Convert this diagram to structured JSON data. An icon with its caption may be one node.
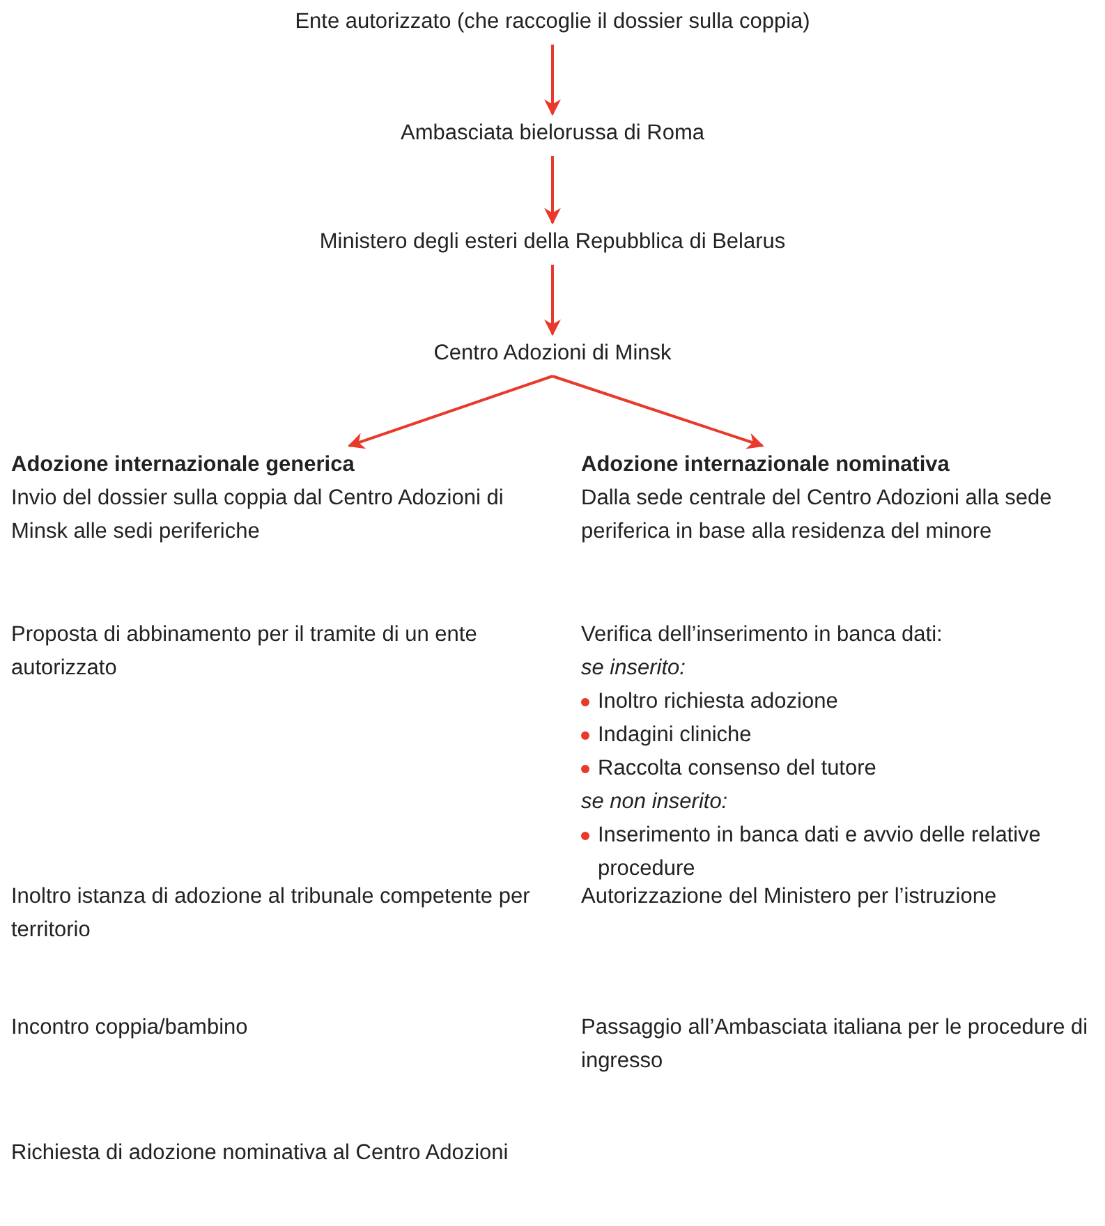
{
  "diagram": {
    "nodes": [
      {
        "text": [
          "Ente autorizzato (che raccoglie il dossier sulla coppia)"
        ]
      },
      {
        "text": [
          "Ambasciata bielorussa di Roma"
        ]
      },
      {
        "text": [
          "Ministero degli esteri della Repubblica di Belarus"
        ]
      },
      {
        "text": [
          "Centro Adozioni di Minsk"
        ]
      },
      {
        "text": [
          "Adozione internazionale generica",
          "Invio del dossier sulla coppia dal Centro Adozioni di Minsk alle sedi periferiche"
        ]
      },
      {
        "text": [
          "Adozione internazionale nominativa",
          "Dalla sede centrale del Centro Adozioni alla sede periferica in base alla residenza del minore"
        ]
      }
    ],
    "edges": [
      {
        "from": 0,
        "to": 1,
        "arrow": "to"
      },
      {
        "from": 1,
        "to": 2,
        "arrow": "to"
      },
      {
        "from": 2,
        "to": 3,
        "arrow": "to"
      },
      {
        "from": 3,
        "to": 4,
        "arrow": "to"
      },
      {
        "from": 3,
        "to": 5,
        "arrow": "to"
      }
    ],
    "labels": [
      "Proposta di abbinamento per il tramite di un ente autorizzato",
      "Verifica dell’inserimento in banca dati:",
      "se inserito:",
      "Inoltro richiesta adozione",
      "Indagini cliniche",
      "Raccolta consenso del tutore",
      "se non inserito:",
      "Inserimento in banca dati e avvio delle relative procedure",
      "Inoltro istanza di adozione al tribunale competente per territorio",
      "Autorizzazione del Ministero per l’istruzione",
      "Incontro coppia/bambino",
      "Passaggio all’Ambasciata italiana per le procedure di ingresso",
      "Richiesta di adozione nominativa al Centro Adozioni"
    ]
  }
}
